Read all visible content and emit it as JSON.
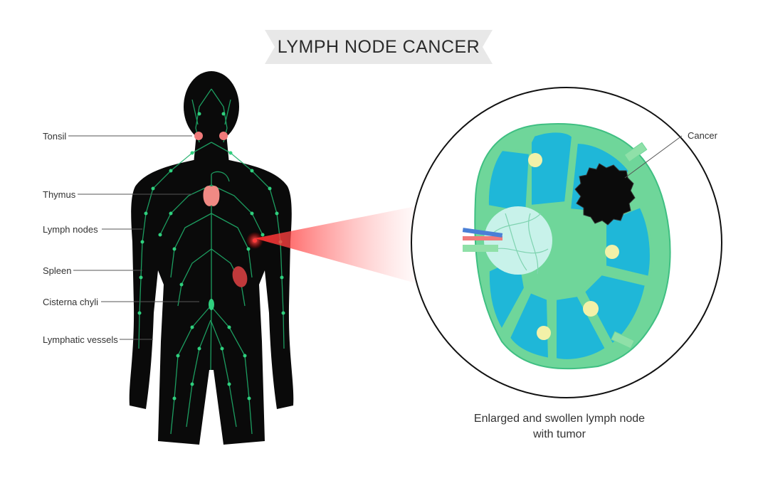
{
  "title": "LYMPH NODE CANCER",
  "body_labels": [
    {
      "id": "tonsil",
      "text": "Tonsil"
    },
    {
      "id": "thymus",
      "text": "Thymus"
    },
    {
      "id": "lymph-nodes",
      "text": "Lymph nodes"
    },
    {
      "id": "spleen",
      "text": "Spleen"
    },
    {
      "id": "cisterna-chyli",
      "text": "Cisterna chyli"
    },
    {
      "id": "lymphatic-vessels",
      "text": "Lymphatic vessels"
    }
  ],
  "detail_label": "Cancer",
  "caption_line1": "Enlarged and swollen lymph node",
  "caption_line2": "with tumor",
  "colors": {
    "silhouette": "#0a0a0a",
    "lymph_vessel": "#1fae6a",
    "organ_pink": "#f07a7a",
    "spleen": "#c0393b",
    "node_outer": "#6fd69a",
    "node_inner": "#1fb7d8",
    "node_light": "#c8f2ea",
    "tumor": "#0b0b0b",
    "highlight": "#ff3a3a"
  }
}
